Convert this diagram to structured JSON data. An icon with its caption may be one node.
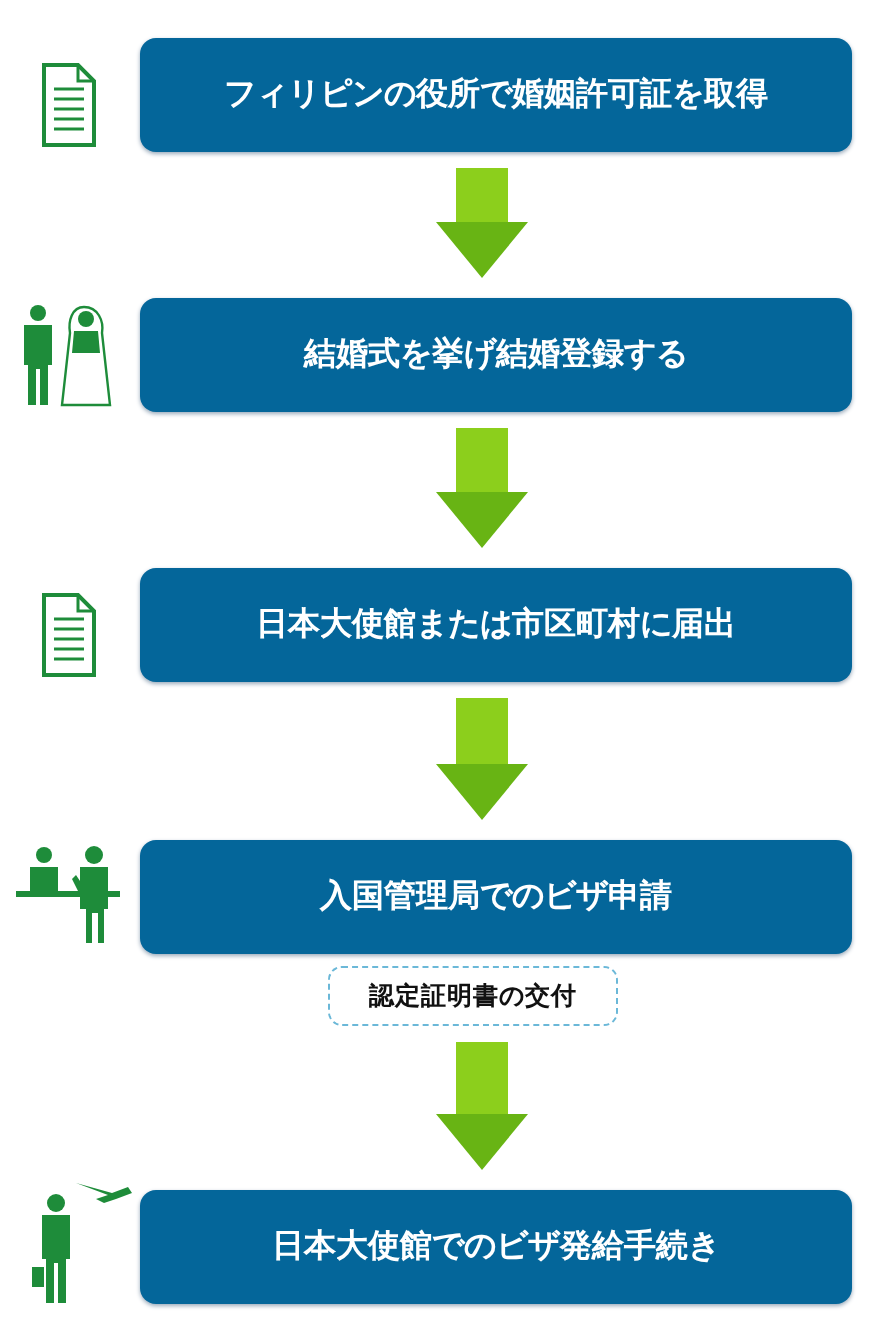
{
  "diagram": {
    "nodes": [
      {
        "text": [
          "フィリピンの役所で婚姻許可証を取得"
        ]
      },
      {
        "text": [
          "結婚式を挙げ結婚登録する"
        ]
      },
      {
        "text": [
          "日本大使館または市区町村に届出"
        ]
      },
      {
        "text": [
          "入国管理局でのビザ申請"
        ]
      },
      {
        "text": [
          "認定証明書の交付"
        ]
      },
      {
        "text": [
          "日本大使館でのビザ発給手続き"
        ]
      }
    ],
    "edges": [
      {
        "from": 0,
        "to": 1,
        "arrow": "to"
      },
      {
        "from": 1,
        "to": 2,
        "arrow": "to"
      },
      {
        "from": 2,
        "to": 3,
        "arrow": "to"
      },
      {
        "from": 4,
        "to": 5,
        "arrow": "to"
      }
    ]
  }
}
